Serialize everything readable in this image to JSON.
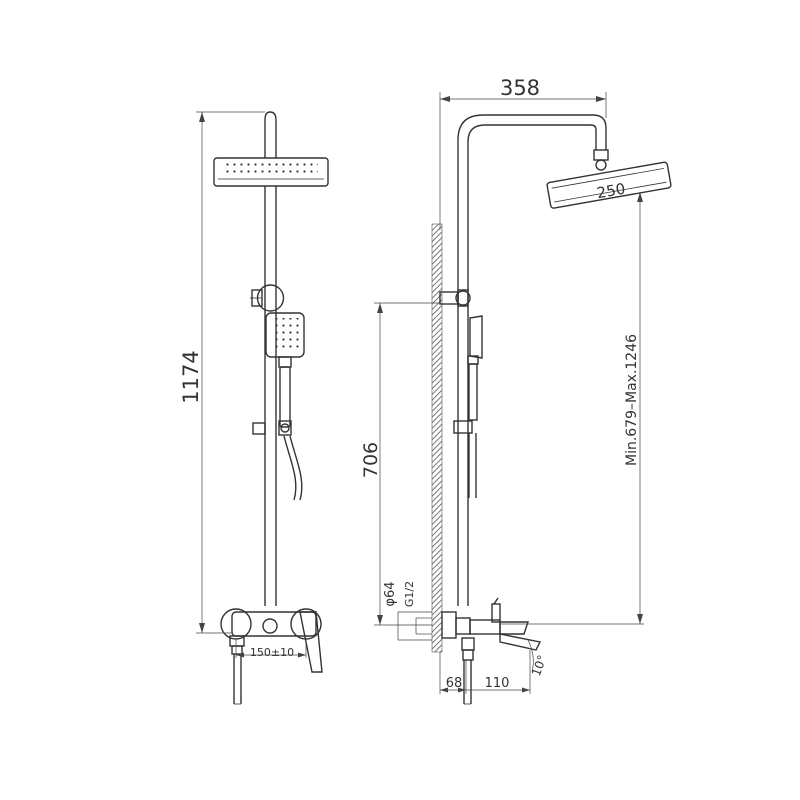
{
  "drawing": {
    "dimensions": {
      "total_height": "1174",
      "arm_reach": "358",
      "head_size": "250",
      "slider_height": "706",
      "height_range": "Min.679–Max.1246",
      "escutcheon_diameter": "φ64",
      "thread": "G1/2",
      "wall_offset": "68",
      "spout_length": "110",
      "spout_angle": "10°",
      "inlet_spacing": "150±10"
    }
  }
}
